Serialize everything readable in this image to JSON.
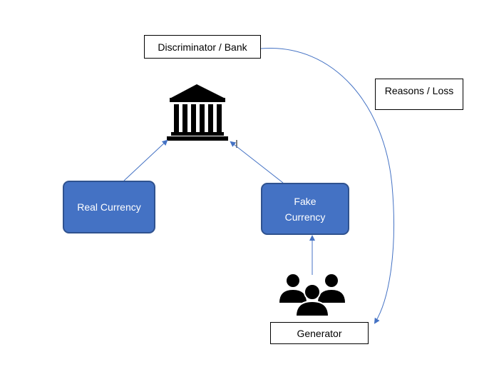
{
  "labels": {
    "discriminator": "Discriminator / Bank",
    "reasons": "Reasons / Loss",
    "generator": "Generator"
  },
  "nodes": {
    "real_currency": "Real Currency",
    "fake_currency_line1": "Fake",
    "fake_currency_line2": "Currency"
  },
  "icons": {
    "bank": "bank-icon",
    "people": "people-group-icon"
  },
  "colors": {
    "node_fill": "#4472c4",
    "node_border": "#2f528f",
    "arrow": "#4472c4",
    "icon": "#000000"
  }
}
